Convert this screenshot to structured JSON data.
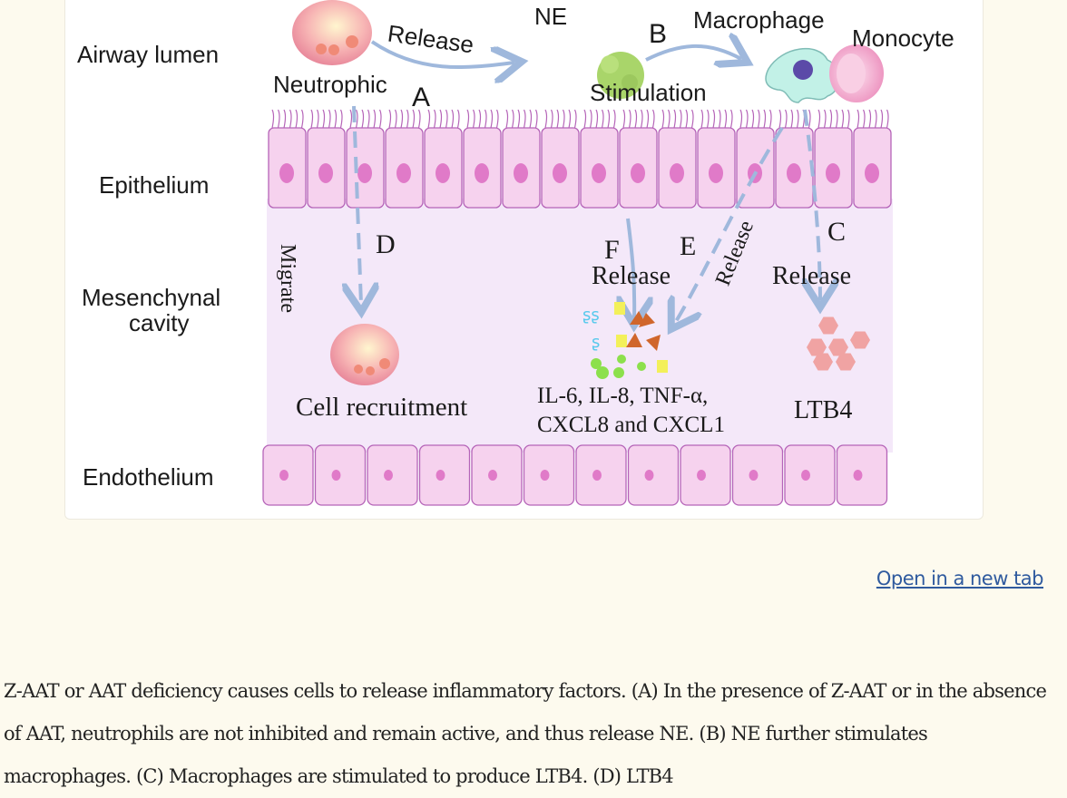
{
  "figure": {
    "region_labels": {
      "airway_lumen": "Airway lumen",
      "epithelium": "Epithelium",
      "mesenchymal_line1": "Mesenchynal",
      "mesenchymal_line2": "cavity",
      "endothelium": "Endothelium"
    },
    "cells": {
      "neutrophil": "Neutrophic",
      "ne": "NE",
      "macrophage": "Macrophage",
      "monocyte": "Monocyte"
    },
    "arrows": {
      "release_top": "Release",
      "stimulation": "Stimulation",
      "migrate": "Migrate",
      "release_f": "Release",
      "release_e": "Release",
      "release_c": "Release"
    },
    "step_letters": {
      "a": "A",
      "b": "B",
      "c": "C",
      "d": "D",
      "e": "E",
      "f": "F"
    },
    "outcomes": {
      "cell_recruitment": "Cell recruitment",
      "cytokines_line1": "IL-6, IL-8, TNF-α,",
      "cytokines_line2": "CXCL8 and CXCL1",
      "ltb4": "LTB4"
    },
    "colors": {
      "mesenchyme": "#f3e6f8",
      "cell_fill": "#f6d2ee",
      "cell_stroke": "#b564b8",
      "nucleus": "#e07ac8",
      "arrow": "#9fb8dc",
      "ne": "#a9d56a",
      "macrophage": "#bff0e6",
      "ltb4": "#f0a3a3"
    }
  },
  "open_link": "Open in a new tab",
  "caption": "Z-AAT or AAT deficiency causes cells to release inflammatory factors. (A) In the presence of Z-AAT or in the absence of AAT, neutrophils are not inhibited and remain active, and thus release NE. (B) NE further stimulates macrophages. (C) Macrophages are stimulated to produce LTB4. (D) LTB4"
}
